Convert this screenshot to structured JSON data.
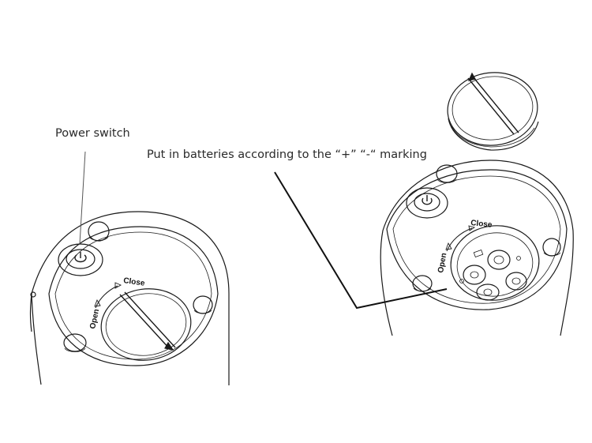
{
  "labels": {
    "power_switch": "Power switch",
    "batteries": "Put in batteries according to the “+” “-“ marking"
  },
  "engraving": {
    "open": "Open",
    "close": "Close"
  },
  "colors": {
    "line": "#1a1a1a",
    "callout_text": "#2a2a2a",
    "background": "#ffffff"
  }
}
